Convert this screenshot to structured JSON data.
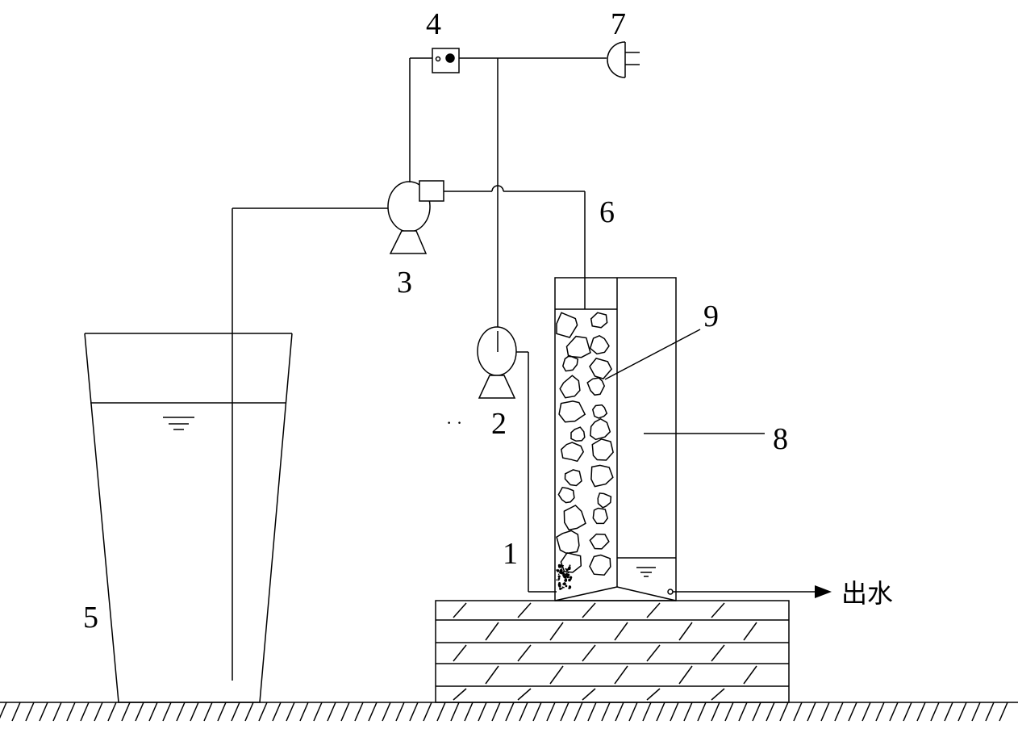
{
  "labels": {
    "flow_meter_number": "4",
    "power_plug_number": "7",
    "pump_large_number": "3",
    "outlet_pipe_number": "6",
    "filler_number": "9",
    "pump_small_number": "2",
    "chamber_number": "8",
    "inlet_number": "1",
    "tank_number": "5",
    "outflow_text": "出水",
    "dot_mark": "· ·"
  },
  "colors": {
    "stroke": "#000000",
    "background": "#ffffff"
  }
}
